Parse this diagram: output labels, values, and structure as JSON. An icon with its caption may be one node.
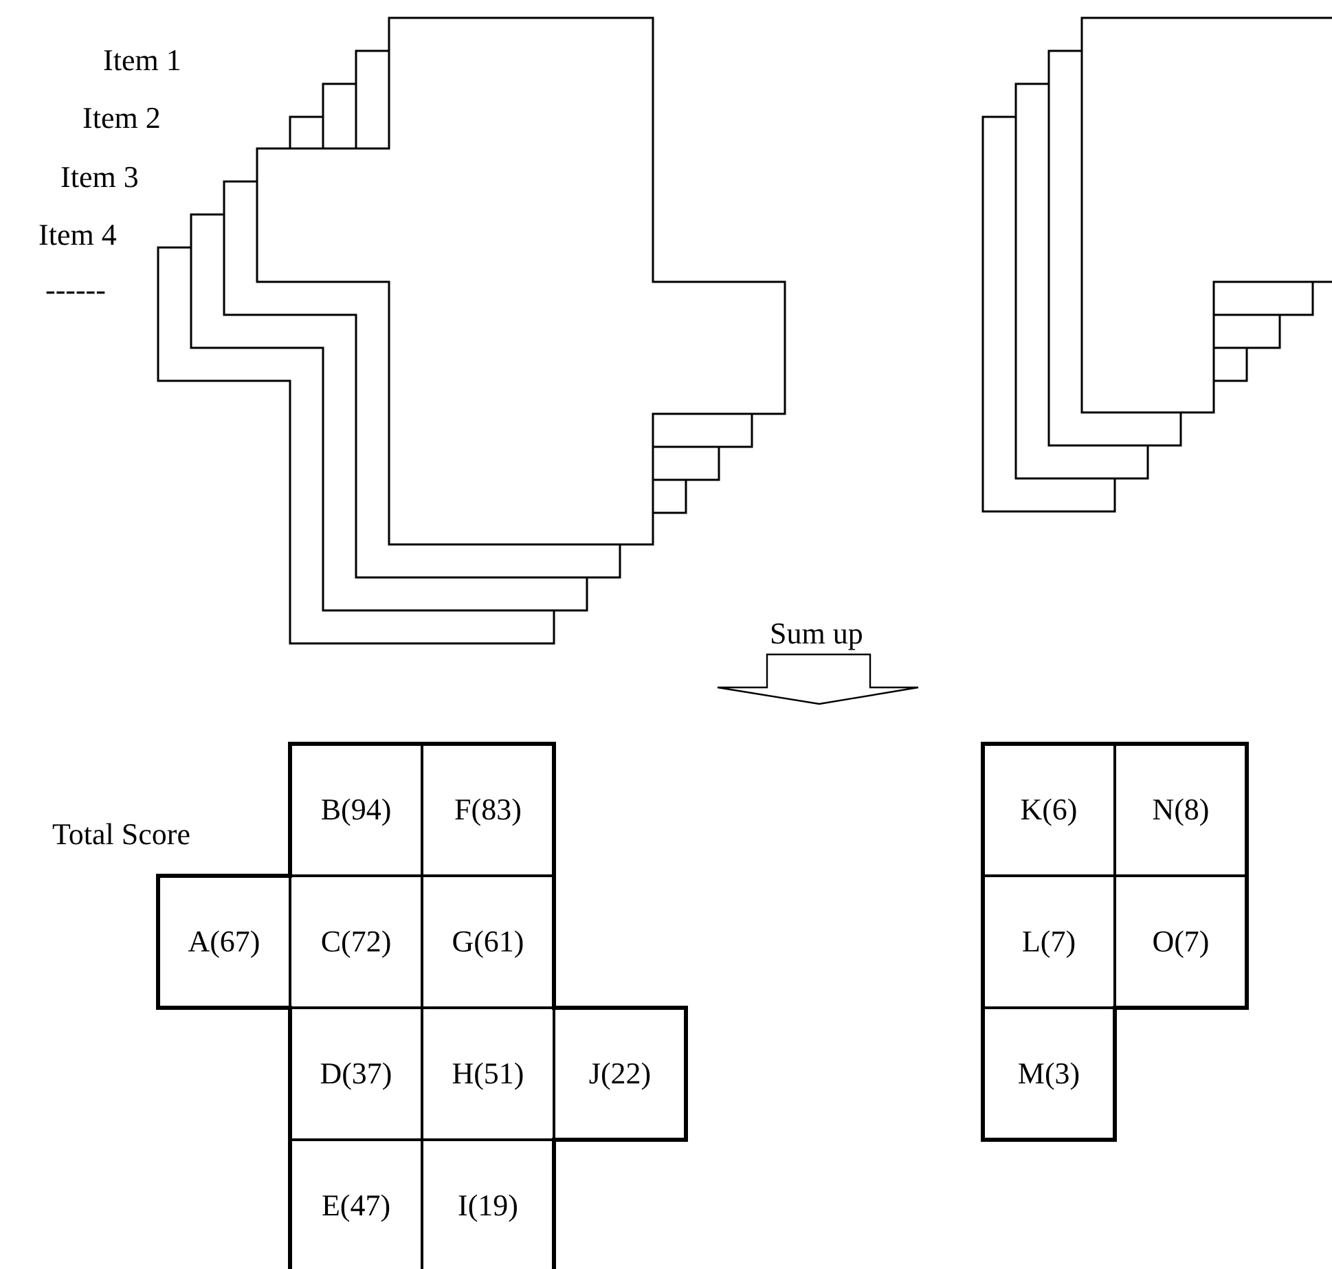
{
  "diagram": {
    "nodes": [
      {
        "text": [
          "B(94)"
        ]
      },
      {
        "text": [
          "F(83)"
        ]
      },
      {
        "text": [
          "K(6)"
        ]
      },
      {
        "text": [
          "N(8)"
        ]
      },
      {
        "text": [
          "A(67)"
        ]
      },
      {
        "text": [
          "C(72)"
        ]
      },
      {
        "text": [
          "G(61)"
        ]
      },
      {
        "text": [
          "L(7)"
        ]
      },
      {
        "text": [
          "O(7)"
        ]
      },
      {
        "text": [
          "D(37)"
        ]
      },
      {
        "text": [
          "H(51)"
        ]
      },
      {
        "text": [
          "J(22)"
        ]
      },
      {
        "text": [
          "M(3)"
        ]
      },
      {
        "text": [
          "E(47)"
        ]
      },
      {
        "text": [
          "I(19)"
        ]
      }
    ],
    "labels": [
      "Item 1",
      "Item 2",
      "Item 3",
      "Item 4",
      "------",
      "Sum up",
      "Total Score"
    ]
  }
}
